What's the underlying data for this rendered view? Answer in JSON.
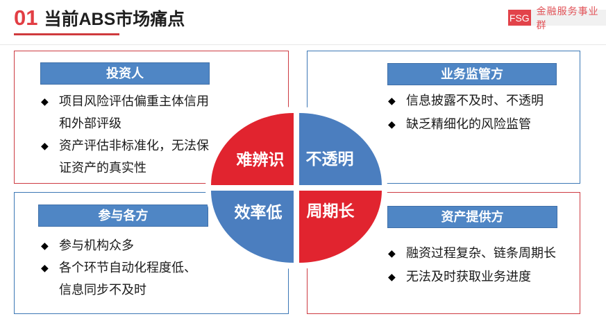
{
  "header": {
    "number": "01",
    "title": "当前ABS市场痛点",
    "brand": {
      "abbr": "FSG",
      "name": "金融服务事业群"
    }
  },
  "panels": {
    "investors": {
      "title": "投资人",
      "lines": [
        {
          "m": "◆",
          "t": "项目风险评估偏重主体信用"
        },
        {
          "m": "",
          "t": "和外部评级"
        },
        {
          "m": "◆",
          "t": "资产评估非标准化，无法保"
        },
        {
          "m": "",
          "t": "证资产的真实性"
        }
      ]
    },
    "regulators": {
      "title": "业务监管方",
      "lines": [
        {
          "m": "◆",
          "t": "信息披露不及时、不透明"
        },
        {
          "m": "◆",
          "t": "缺乏精细化的风险监管"
        }
      ]
    },
    "participants": {
      "title": "参与各方",
      "lines": [
        {
          "m": "◆",
          "t": "参与机构众多"
        },
        {
          "m": "◆",
          "t": "各个环节自动化程度低、"
        },
        {
          "m": "",
          "t": "信息同步不及时"
        }
      ]
    },
    "asset_providers": {
      "title": "资产提供方",
      "lines": [
        {
          "m": "◆",
          "t": "融资过程复杂、链条周期长"
        },
        {
          "m": "◆",
          "t": "无法及时获取业务进度"
        }
      ]
    }
  },
  "circle": {
    "quadrants": {
      "tl": {
        "label": "难辨识",
        "color": "#e1242f"
      },
      "tr": {
        "label": "不透明",
        "color": "#4b7ebf"
      },
      "bl": {
        "label": "效率低",
        "color": "#4b7ebf"
      },
      "br": {
        "label": "周期长",
        "color": "#e1242f"
      }
    }
  },
  "colors": {
    "red_circle": "#e1242f",
    "blue_circle": "#4b7ebf",
    "bar_blue": "#4f86c5",
    "panel_red_border": "#cd3a41",
    "panel_blue_border": "#3b77b5",
    "title_red": "#e23e44",
    "badge_red": "#e2434a",
    "badge_gray_bg": "#f1f1f1"
  }
}
